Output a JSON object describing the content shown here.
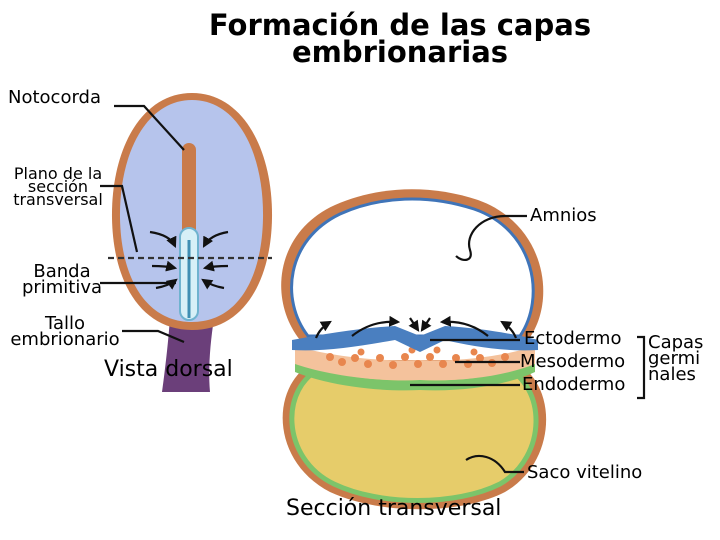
{
  "title": {
    "line1": "Formación de las capas",
    "line2": "embrionarias"
  },
  "labels": {
    "notocorda": "Notocorda",
    "plano_l1": "Plano de la",
    "plano_l2": "sección",
    "plano_l3": "transversal",
    "banda_l1": "Banda",
    "banda_l2": "primitiva",
    "tallo_l1": "Tallo",
    "tallo_l2": "embrionario",
    "vista_dorsal": "Vista dorsal",
    "amnios": "Amnios",
    "ectodermo": "Ectodermo",
    "mesodermo": "Mesodermo",
    "endodermo": "Endodermo",
    "capas_l1": "Capas",
    "capas_l2": "germi",
    "capas_l3": "nales",
    "saco_vitelino": "Saco vitelino",
    "seccion_transversal": "Sección transversal"
  },
  "colors": {
    "outer_membrane": "#c97b4a",
    "embryo_fill": "#b6c4ec",
    "notochord": "#c97b4a",
    "stalk": "#6b3f7a",
    "amnion_line": "#3f74b8",
    "ectoderm": "#4a7fc0",
    "mesoderm": "#e8864e",
    "endoderm": "#7cc46a",
    "yolk": "#e6cc6a"
  }
}
